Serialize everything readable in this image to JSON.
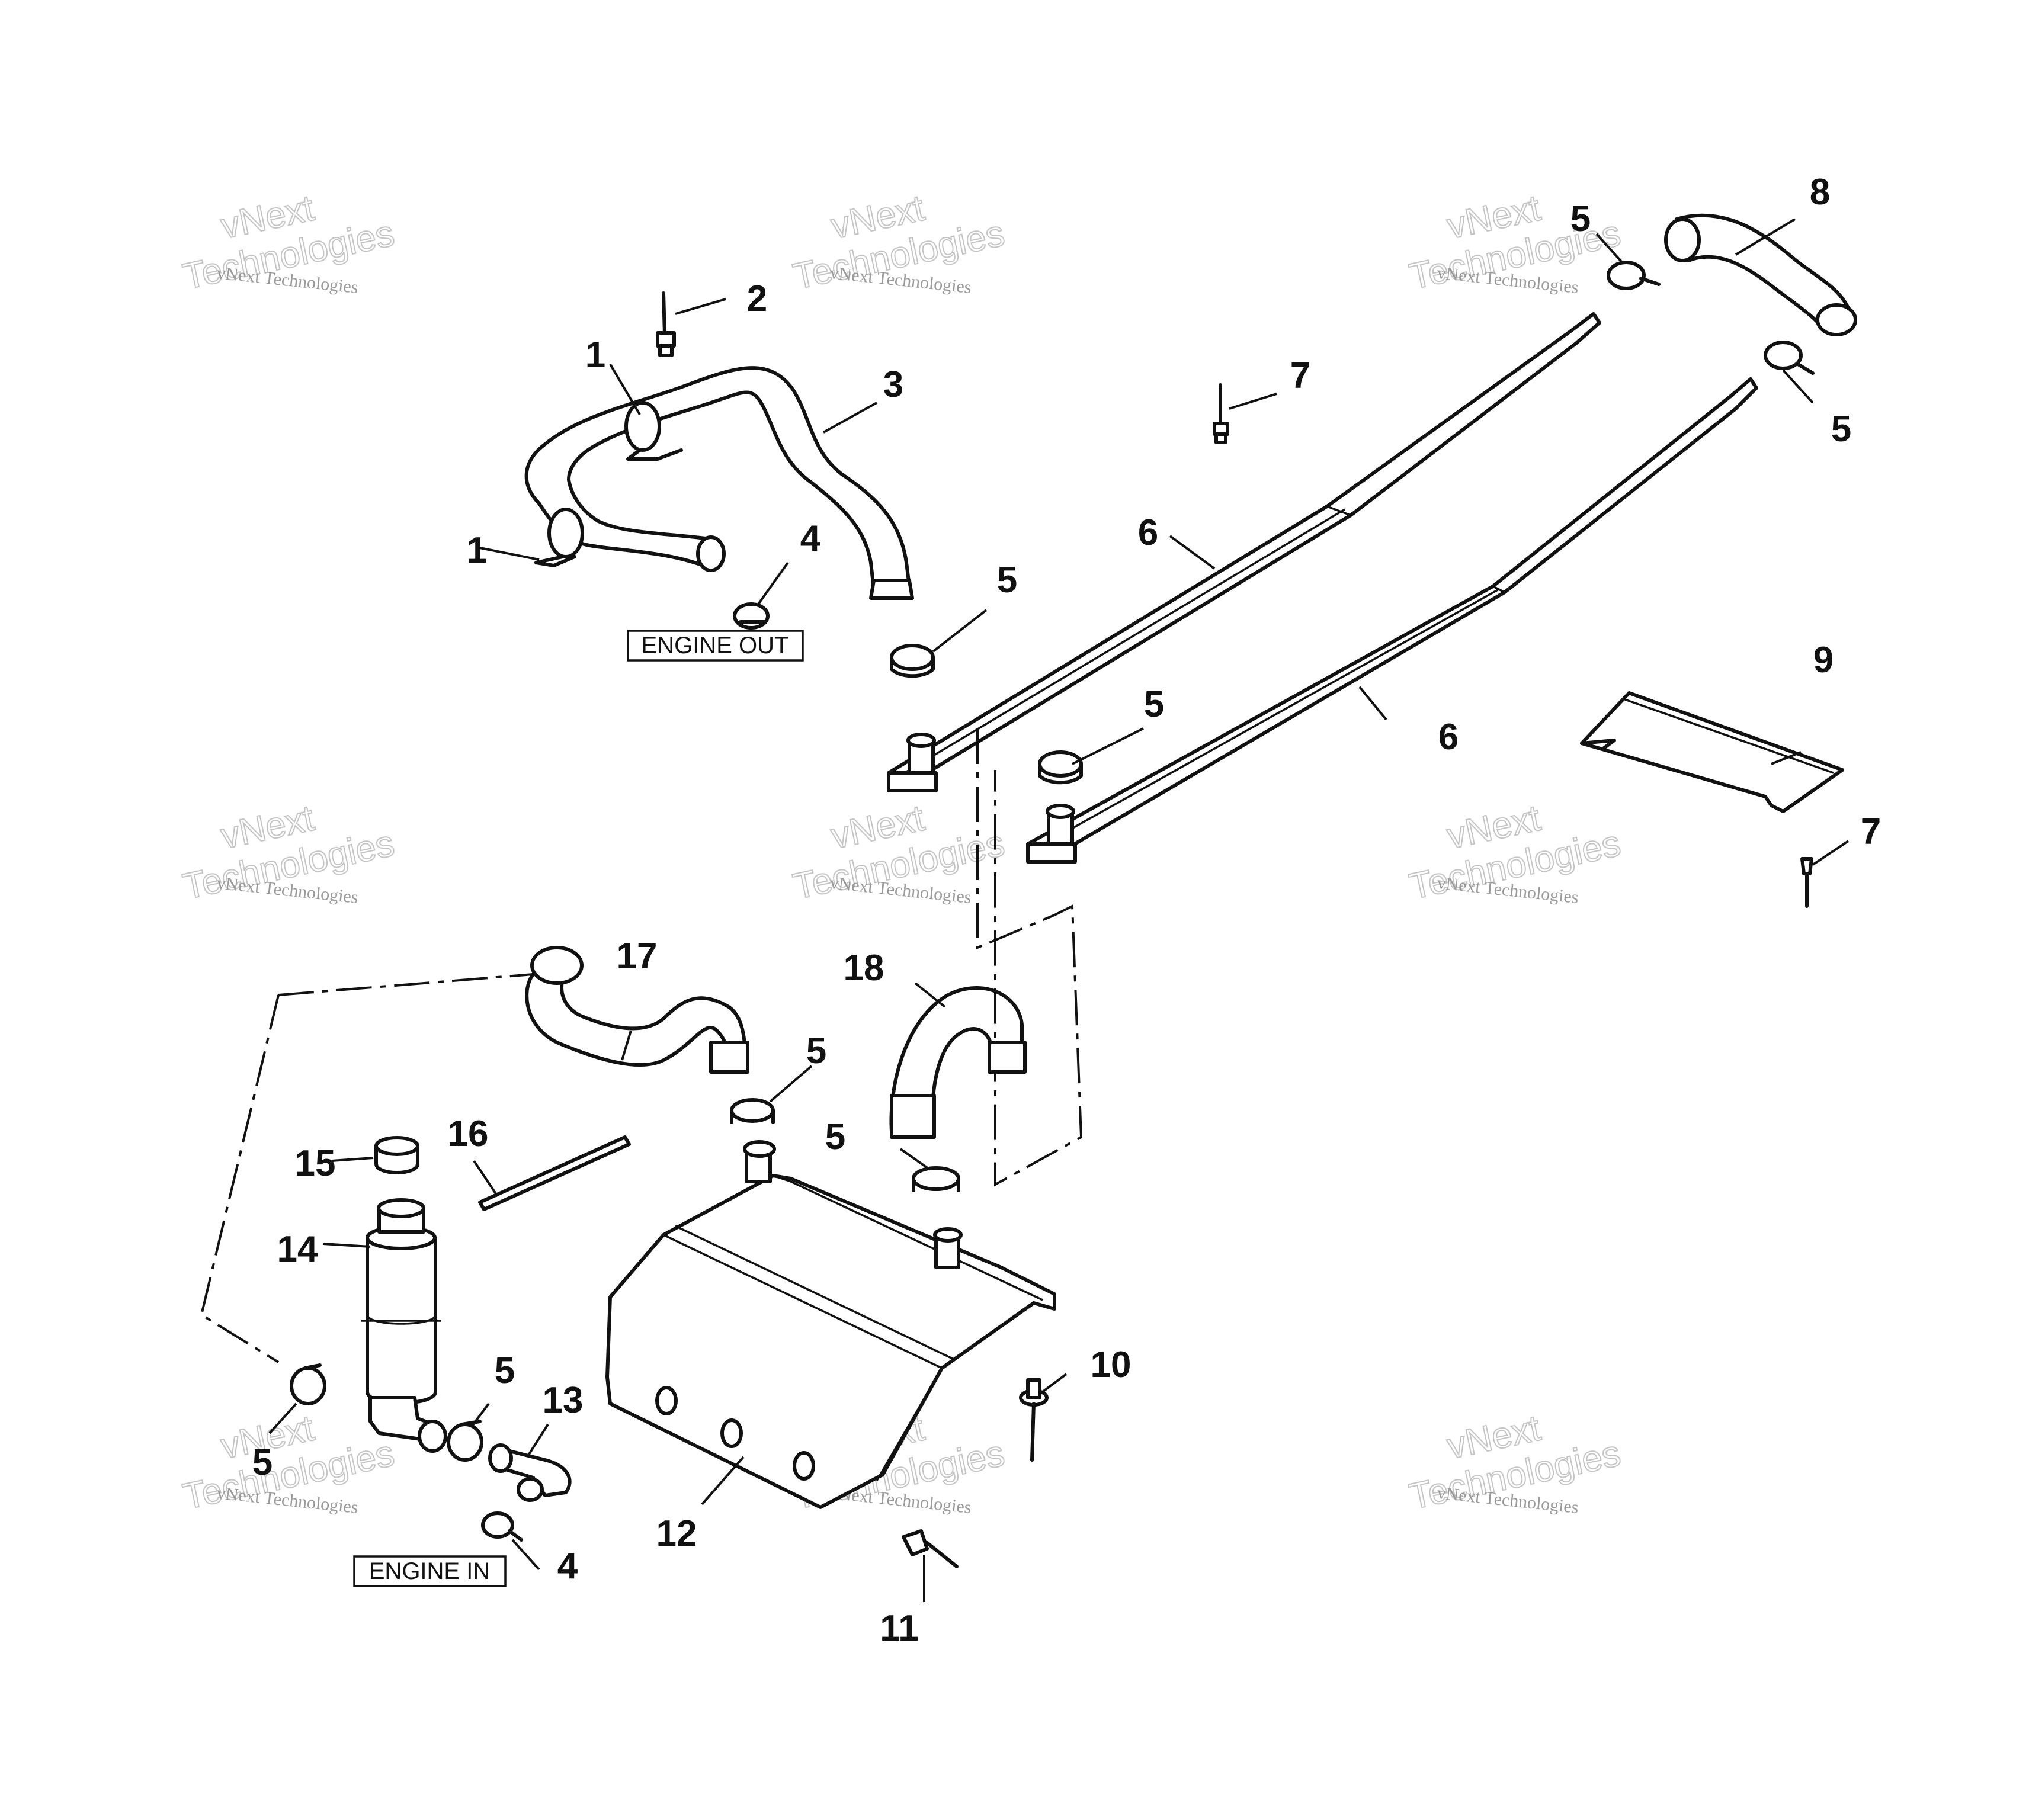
{
  "labels": {
    "engine_out": "ENGINE OUT",
    "engine_in": "ENGINE IN"
  },
  "watermark": {
    "line1": "vNext",
    "line2": "Technologies",
    "full": "vNext Technologies"
  },
  "callouts": [
    {
      "id": "1a",
      "text": "1"
    },
    {
      "id": "1b",
      "text": "1"
    },
    {
      "id": "2",
      "text": "2"
    },
    {
      "id": "3",
      "text": "3"
    },
    {
      "id": "4a",
      "text": "4"
    },
    {
      "id": "4b",
      "text": "4"
    },
    {
      "id": "5a",
      "text": "5"
    },
    {
      "id": "5b",
      "text": "5"
    },
    {
      "id": "5c",
      "text": "5"
    },
    {
      "id": "5d",
      "text": "5"
    },
    {
      "id": "5e",
      "text": "5"
    },
    {
      "id": "5f",
      "text": "5"
    },
    {
      "id": "5g",
      "text": "5"
    },
    {
      "id": "5h",
      "text": "5"
    },
    {
      "id": "6a",
      "text": "6"
    },
    {
      "id": "6b",
      "text": "6"
    },
    {
      "id": "7a",
      "text": "7"
    },
    {
      "id": "7b",
      "text": "7"
    },
    {
      "id": "8",
      "text": "8"
    },
    {
      "id": "9",
      "text": "9"
    },
    {
      "id": "10",
      "text": "10"
    },
    {
      "id": "11",
      "text": "11"
    },
    {
      "id": "12",
      "text": "12"
    },
    {
      "id": "13",
      "text": "13"
    },
    {
      "id": "14",
      "text": "14"
    },
    {
      "id": "15",
      "text": "15"
    },
    {
      "id": "16",
      "text": "16"
    },
    {
      "id": "17",
      "text": "17"
    },
    {
      "id": "18",
      "text": "18"
    }
  ]
}
